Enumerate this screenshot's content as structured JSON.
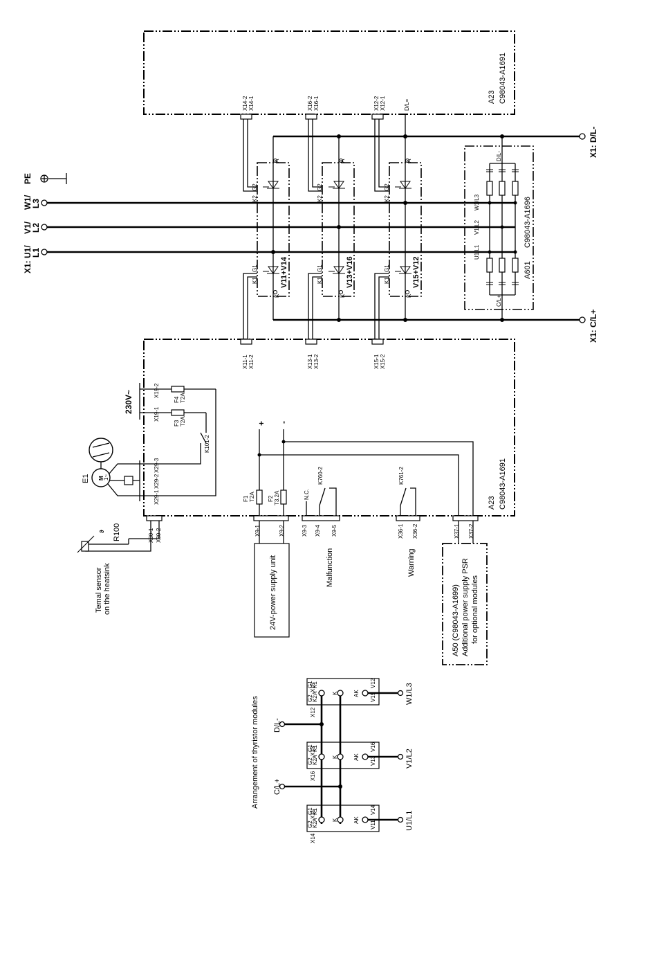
{
  "top_board": {
    "label": "A23",
    "part": "C98043-A1691"
  },
  "bottom_board": {
    "label": "A23",
    "part": "C98043-A1691"
  },
  "filter_board": {
    "label": "A601",
    "part": "C98043-A1696"
  },
  "terminals": {
    "u1": "X1: U1/",
    "l1": "L1",
    "v1": "V1/",
    "l2": "L2",
    "w1": "W1/",
    "l3": "L3",
    "pe": "PE",
    "dl_minus": "X1: D/L-",
    "cl_plus": "X1: C/L+"
  },
  "top_connectors": [
    "X14-2",
    "X14-1",
    "X16-2",
    "X16-1",
    "X12-2",
    "X12-1",
    "D/L="
  ],
  "bottom_connectors": [
    "X11-1",
    "X11-2",
    "X13-1",
    "X13-2",
    "X15-1",
    "X15-2"
  ],
  "thyristor_pairs": [
    "V11+V14",
    "V13+V16",
    "V15+V12"
  ],
  "pin_labels": {
    "a": "A",
    "k": "K",
    "g1": "G1",
    "g2": "G2",
    "k1": "K1",
    "k2": "K2"
  },
  "filter_small": {
    "dl": "D/L-",
    "cl": "C/L+",
    "w": "W1/L3",
    "v": "V1/L2",
    "u": "U1/L1"
  },
  "fuses": {
    "f4": "F4",
    "f4_rating": "T2A",
    "f3": "F3",
    "f3_rating": "T2A",
    "f1": "F1",
    "f1_rating": "T2A",
    "f2": "F2",
    "f2_rating": "T3.2A"
  },
  "supply": {
    "voltage": "230V~",
    "plus": "+",
    "minus": "-"
  },
  "x19": [
    "X19-2",
    "X19-1"
  ],
  "fan": {
    "label": "E1",
    "motor": "M",
    "phase": "1~",
    "connectors": [
      "X29-3",
      "X29-2",
      "X29-1"
    ]
  },
  "relays": {
    "k101": "K101-2",
    "k760": "K760-2",
    "k761": "K761-2"
  },
  "bottom_terms": [
    "X9-1",
    "X9-2",
    "X9-3",
    "X9-4",
    "X9-5",
    "X36-1",
    "X36-2",
    "X37-1",
    "X37-2"
  ],
  "nc": "N.C.",
  "sensor": {
    "label": "R100",
    "connectors": [
      "X30-1",
      "X30-2"
    ],
    "desc_line1": "Temal sensor",
    "desc_line2": "on the heatsink"
  },
  "psu": "24V-power supply unit",
  "malfunction": "Malfunction",
  "warning": "Warning",
  "a50": {
    "line1": "A50 (C98043-A1699)",
    "line2": "Additional power supply PSR",
    "line3": "for optional modules"
  },
  "arrangement": {
    "title": "Arrangement of thyristor modules",
    "dl": "D/L-",
    "cl": "C/L+",
    "w": "W1/L3",
    "v": "V1/L2",
    "u": "U1/L1",
    "mods": [
      {
        "xa": "X14",
        "xb": "X11",
        "va": "V11",
        "vb": "V14"
      },
      {
        "xa": "X16",
        "xb": "X13",
        "va": "V13",
        "vb": "V16"
      },
      {
        "xa": "X12",
        "xb": "X15",
        "va": "V15",
        "vb": "V12"
      }
    ],
    "ak": "AK"
  }
}
